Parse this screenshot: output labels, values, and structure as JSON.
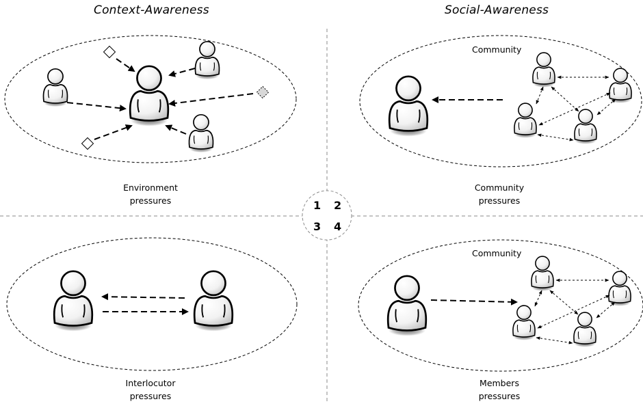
{
  "titles": {
    "left": "Context-Awareness",
    "right": "Social-Awareness"
  },
  "quadrant_numbers": [
    "1",
    "2",
    "3",
    "4"
  ],
  "quadrants": {
    "q1": {
      "caption_line1": "Environment",
      "caption_line2": "pressures"
    },
    "q2": {
      "community_label": "Community",
      "caption_line1": "Community",
      "caption_line2": "pressures"
    },
    "q3": {
      "caption_line1": "Interlocutor",
      "caption_line2": "pressures"
    },
    "q4": {
      "community_label": "Community",
      "caption_line1": "Members",
      "caption_line2": "pressures"
    }
  },
  "colors": {
    "ink": "#000000",
    "divider": "#8a8a8a",
    "figure_fill_light": "#ffffff",
    "figure_fill_dark": "#c4c4c4",
    "diamond_faded": "#d8d8d8"
  }
}
